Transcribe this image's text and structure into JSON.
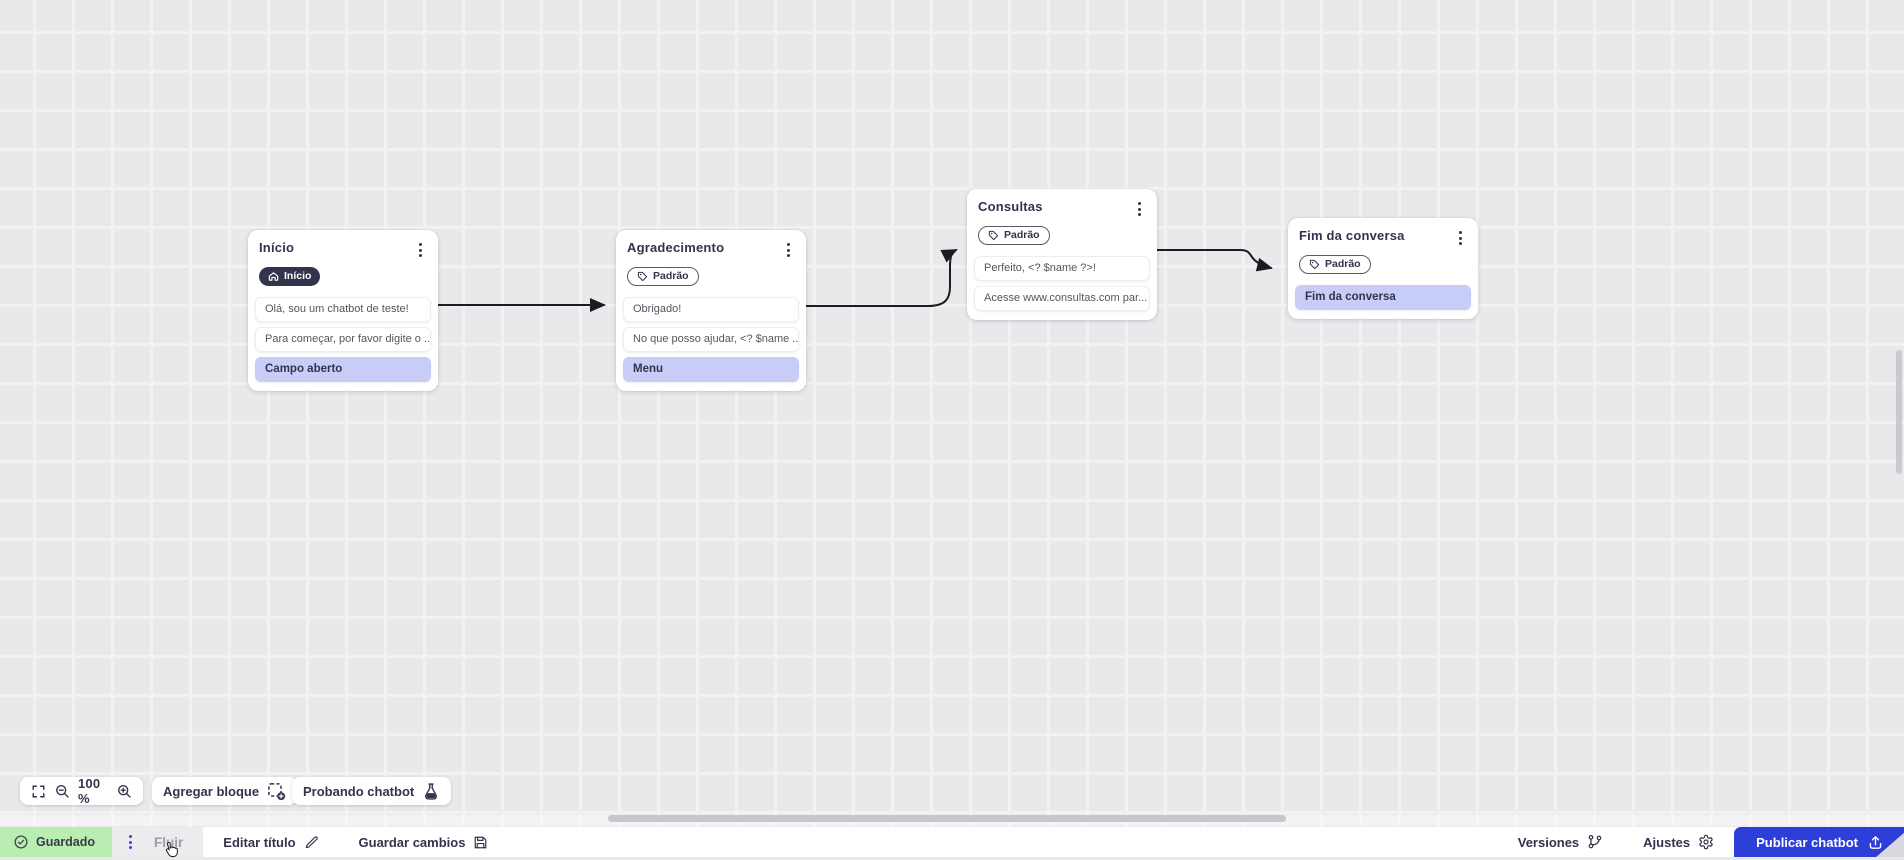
{
  "canvas": {
    "zoom_level": "100 %",
    "nodes": [
      {
        "id": "inicio",
        "title": "Início",
        "badge_label": "Início",
        "badge_style": "dark",
        "badge_icon": "home-icon",
        "cards": [
          {
            "text": "Olá, sou um chatbot de teste!",
            "type": "message"
          },
          {
            "text": "Para começar, por favor digite o ...",
            "type": "message"
          },
          {
            "text": "Campo aberto",
            "type": "action"
          }
        ]
      },
      {
        "id": "agradecimento",
        "title": "Agradecimento",
        "badge_label": "Padrão",
        "badge_style": "outline",
        "badge_icon": "tag-icon",
        "cards": [
          {
            "text": "Obrigado!",
            "type": "message"
          },
          {
            "text": "No que posso ajudar, <? $name ...",
            "type": "message"
          },
          {
            "text": "Menu",
            "type": "action"
          }
        ]
      },
      {
        "id": "consultas",
        "title": "Consultas",
        "badge_label": "Padrão",
        "badge_style": "outline",
        "badge_icon": "tag-icon",
        "cards": [
          {
            "text": "Perfeito, <? $name ?>!",
            "type": "message"
          },
          {
            "text": "Acesse www.consultas.com par...",
            "type": "message"
          }
        ]
      },
      {
        "id": "fim-da-conversa",
        "title": "Fim da conversa",
        "badge_label": "Padrão",
        "badge_style": "outline",
        "badge_icon": "tag-icon",
        "cards": [
          {
            "text": "Fim da conversa",
            "type": "action"
          }
        ]
      }
    ]
  },
  "toolbar": {
    "zoom_value": "100 %",
    "add_block_label": "Agregar bloque",
    "test_chatbot_label": "Probando chatbot"
  },
  "statusbar": {
    "saved_label": "Guardado",
    "flow_label": "Fluir",
    "edit_title_label": "Editar título",
    "save_changes_label": "Guardar cambios",
    "versions_label": "Versiones",
    "settings_label": "Ajustes",
    "publish_label": "Publicar chatbot"
  },
  "icons": {
    "fullscreen": "fullscreen-icon",
    "zoom_out": "zoom-out-icon",
    "zoom_in": "zoom-in-icon",
    "add_block": "add-block-icon",
    "test_chatbot": "flask-icon",
    "saved": "check-circle-icon",
    "menu": "kebab-menu-icon",
    "edit_title": "pencil-icon",
    "save_changes": "save-icon",
    "versions": "git-branch-icon",
    "settings": "gear-icon",
    "publish": "upload-icon",
    "node_badge_home": "home-icon",
    "node_badge_tag": "tag-icon"
  },
  "colors": {
    "accent_blue": "#2e3ed9",
    "saved_green_bg": "#b9edb2",
    "node_dark_badge": "#33334d",
    "action_card_purple": "#c7cdf6",
    "arrow": "#1c1c20",
    "canvas_bg": "#e9e8ea"
  }
}
